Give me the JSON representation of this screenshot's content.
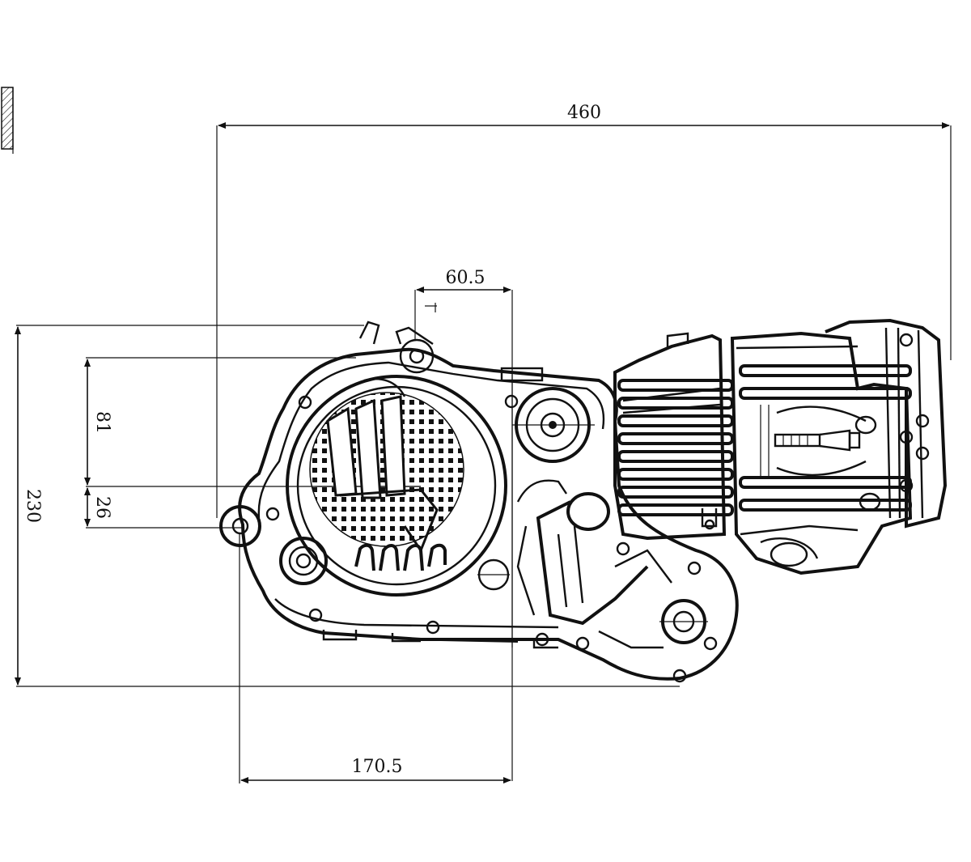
{
  "dimensions": {
    "overall_length": "460",
    "offset_top": "60.5",
    "height_upper": "81",
    "height_lower": "26",
    "overall_height": "230",
    "mount_spacing": "170.5"
  }
}
